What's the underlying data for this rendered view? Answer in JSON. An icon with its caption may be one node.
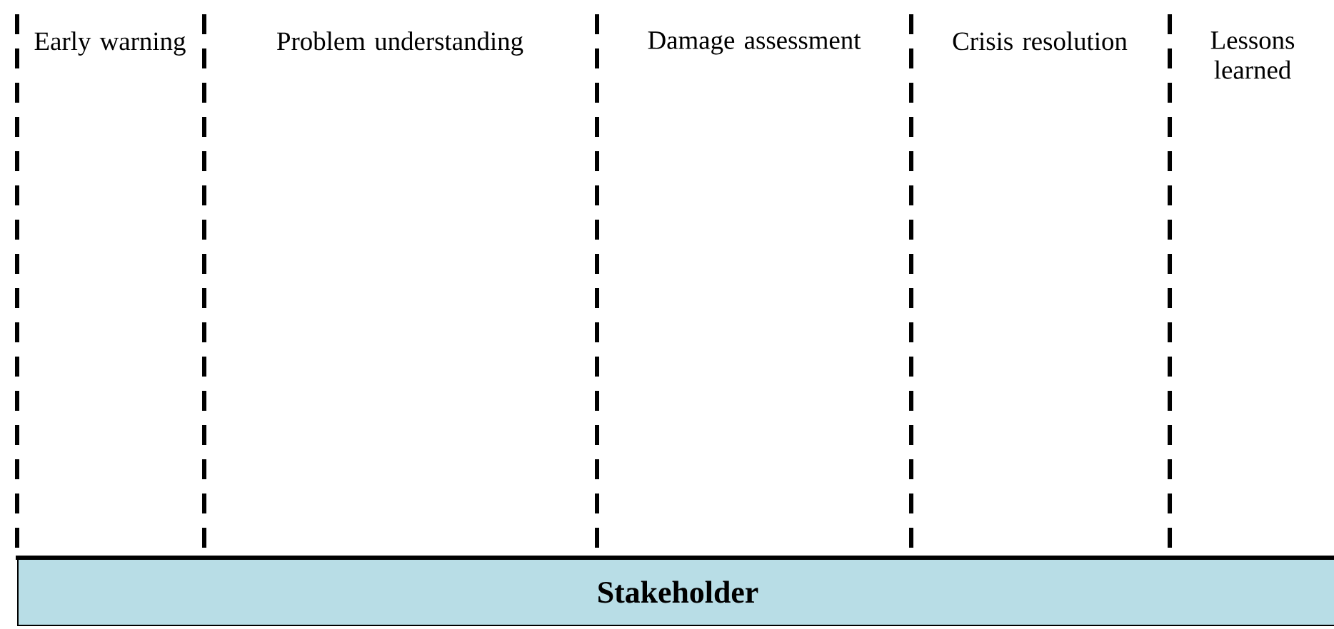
{
  "diagram": {
    "nodes": [
      {
        "text": [
          "Stakeholder"
        ]
      }
    ],
    "labels": [
      "Early warning",
      "Problem understanding",
      "Damage assessment",
      "Crisis resolution",
      "Lessons learned"
    ]
  }
}
